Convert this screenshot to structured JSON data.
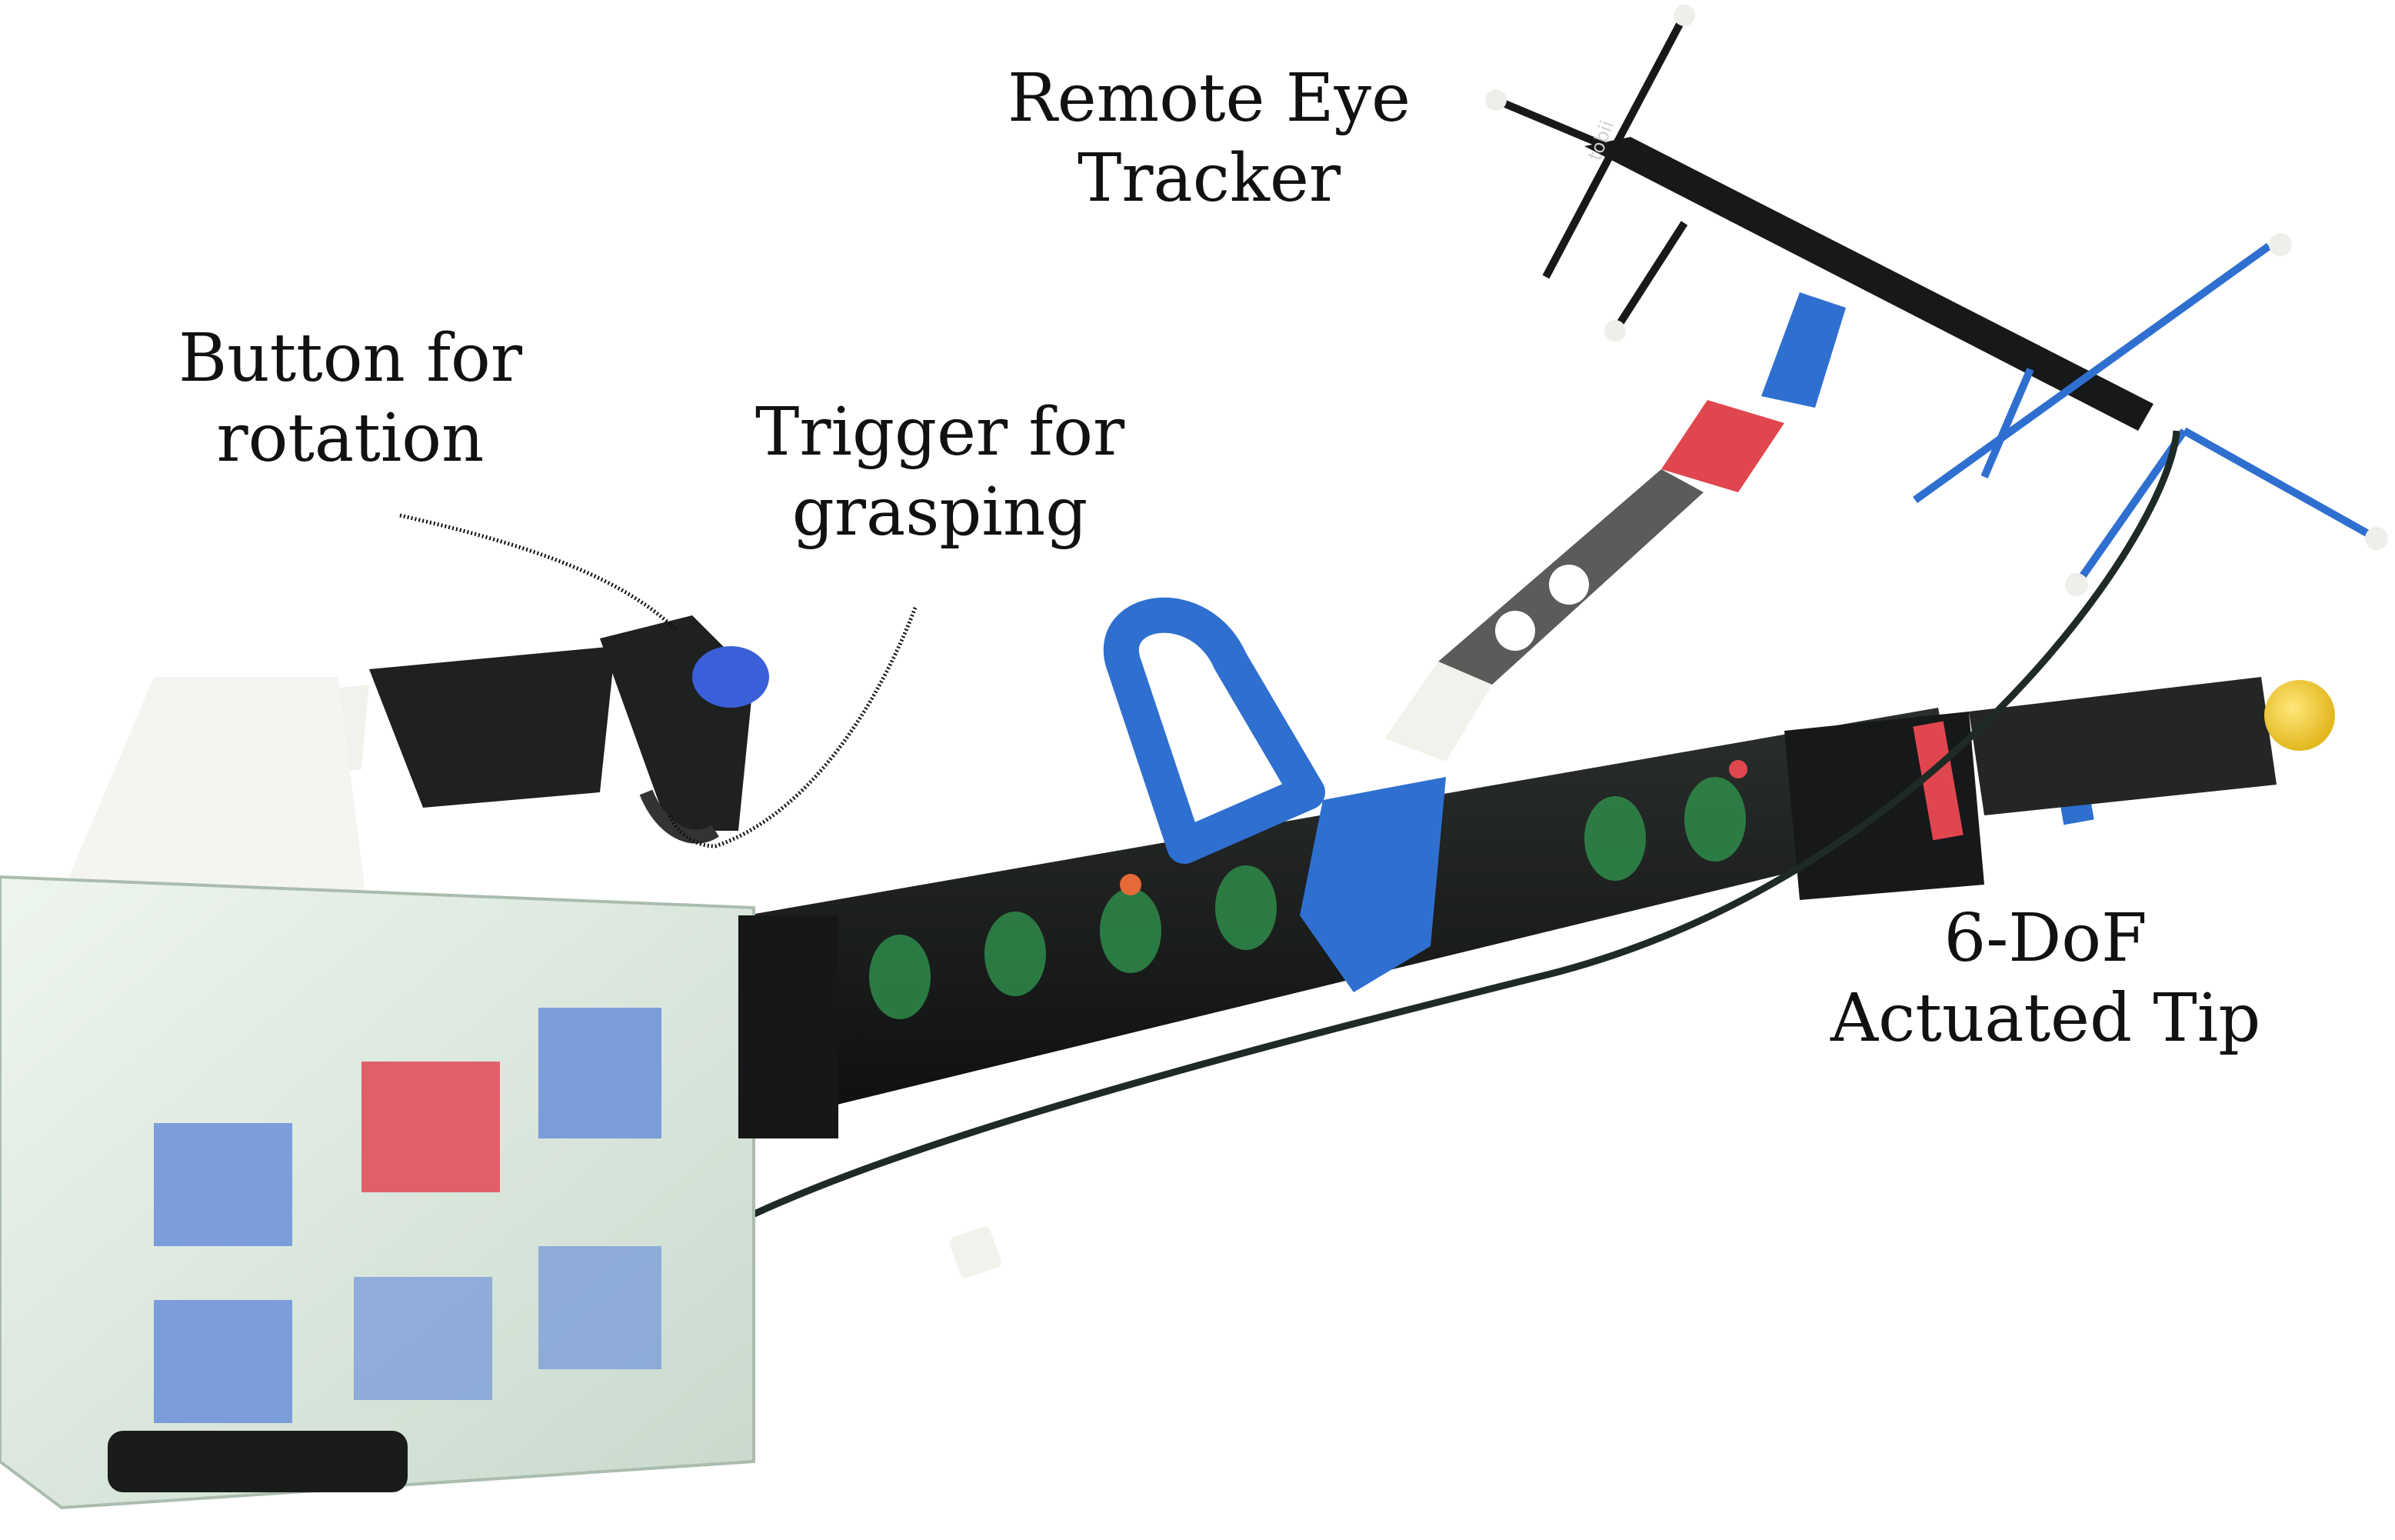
{
  "labels": {
    "button_rotation": {
      "line1": "Button for",
      "line2": "rotation"
    },
    "trigger_grasping": {
      "line1": "Trigger for",
      "line2": "grasping"
    },
    "eye_tracker": {
      "line1": "Remote Eye",
      "line2": "Tracker"
    },
    "actuated_tip": {
      "line1": "6-DoF",
      "line2": "Actuated Tip"
    }
  },
  "device_markings": {
    "tracker_brand": "tobii"
  },
  "colors": {
    "frame_black": "#16181a",
    "housing_frost": "#d9e6dc",
    "accent_blue": "#2f6fd0",
    "accent_red": "#e0464e",
    "tip_yellow": "#f2cf3a",
    "connector_white": "#f2f2ec",
    "cable": "#1f2a24"
  }
}
